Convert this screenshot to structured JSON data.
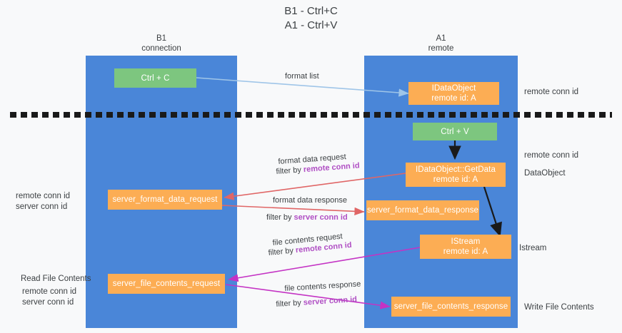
{
  "title": {
    "line1": "B1 - Ctrl+C",
    "line2": "A1 - Ctrl+V"
  },
  "lanes": [
    {
      "id": "b1",
      "name": "B1",
      "role": "connection",
      "color": "#4a86d8"
    },
    {
      "id": "a1",
      "name": "A1",
      "role": "remote",
      "color": "#4a86d8"
    }
  ],
  "nodes": {
    "ctrl_c": {
      "line1": "Ctrl + C",
      "line2": "",
      "color": "#7dc67f"
    },
    "idataobject": {
      "line1": "IDataObject",
      "line2": "remote id: A",
      "color": "#fcad54"
    },
    "ctrl_v": {
      "line1": "Ctrl + V",
      "line2": "",
      "color": "#7dc67f"
    },
    "getdata": {
      "line1": "IDataObject::GetData",
      "line2": "remote id: A",
      "color": "#fcad54"
    },
    "fmt_request": {
      "line1": "server_format_data_request",
      "line2": "",
      "color": "#fcad54"
    },
    "fmt_response": {
      "line1": "server_format_data_response",
      "line2": "",
      "color": "#fcad54"
    },
    "istream": {
      "line1": "IStream",
      "line2": "remote id: A",
      "color": "#fcad54"
    },
    "file_request": {
      "line1": "server_file_contents_request",
      "line2": "",
      "color": "#fcad54"
    },
    "file_response": {
      "line1": "server_file_contents_response",
      "line2": "",
      "color": "#fcad54"
    }
  },
  "side_labels": {
    "right_remote_conn_top": "remote conn id",
    "right_remote_conn_mid": "remote conn id",
    "right_dataobject": "DataObject",
    "right_istream": "Istream",
    "right_write_file": "Write File Contents",
    "left_mid_remote": "remote conn id",
    "left_mid_server": "server conn id",
    "left_read_file": "Read File Contents",
    "left_bottom_remote": "remote conn id",
    "left_bottom_server": "server conn id"
  },
  "edges": [
    {
      "id": "format-list",
      "label": "format list",
      "filter": "",
      "filter_key": "",
      "color": "#9fc5e8"
    },
    {
      "id": "format-data-req",
      "label": "format data request",
      "filter": "filter by ",
      "filter_key": "remote conn id",
      "color": "#e06666"
    },
    {
      "id": "format-data-resp",
      "label": "format data response",
      "filter": "filter by ",
      "filter_key": "server conn id",
      "color": "#e06666"
    },
    {
      "id": "file-contents-req",
      "label": "file contents request",
      "filter": "filter by ",
      "filter_key": "remote conn id",
      "color": "#c433c4"
    },
    {
      "id": "file-contents-resp",
      "label": "file contents response",
      "filter": "filter by ",
      "filter_key": "server conn id",
      "color": "#c433c4"
    }
  ],
  "colors": {
    "lane": "#4a86d8",
    "green_box": "#7dc67f",
    "orange_box": "#fcad54",
    "divider": "#1a1a1a",
    "purple_text": "#b04fc4",
    "green_text": "#6aa84f",
    "background": "#f8f9fa"
  }
}
